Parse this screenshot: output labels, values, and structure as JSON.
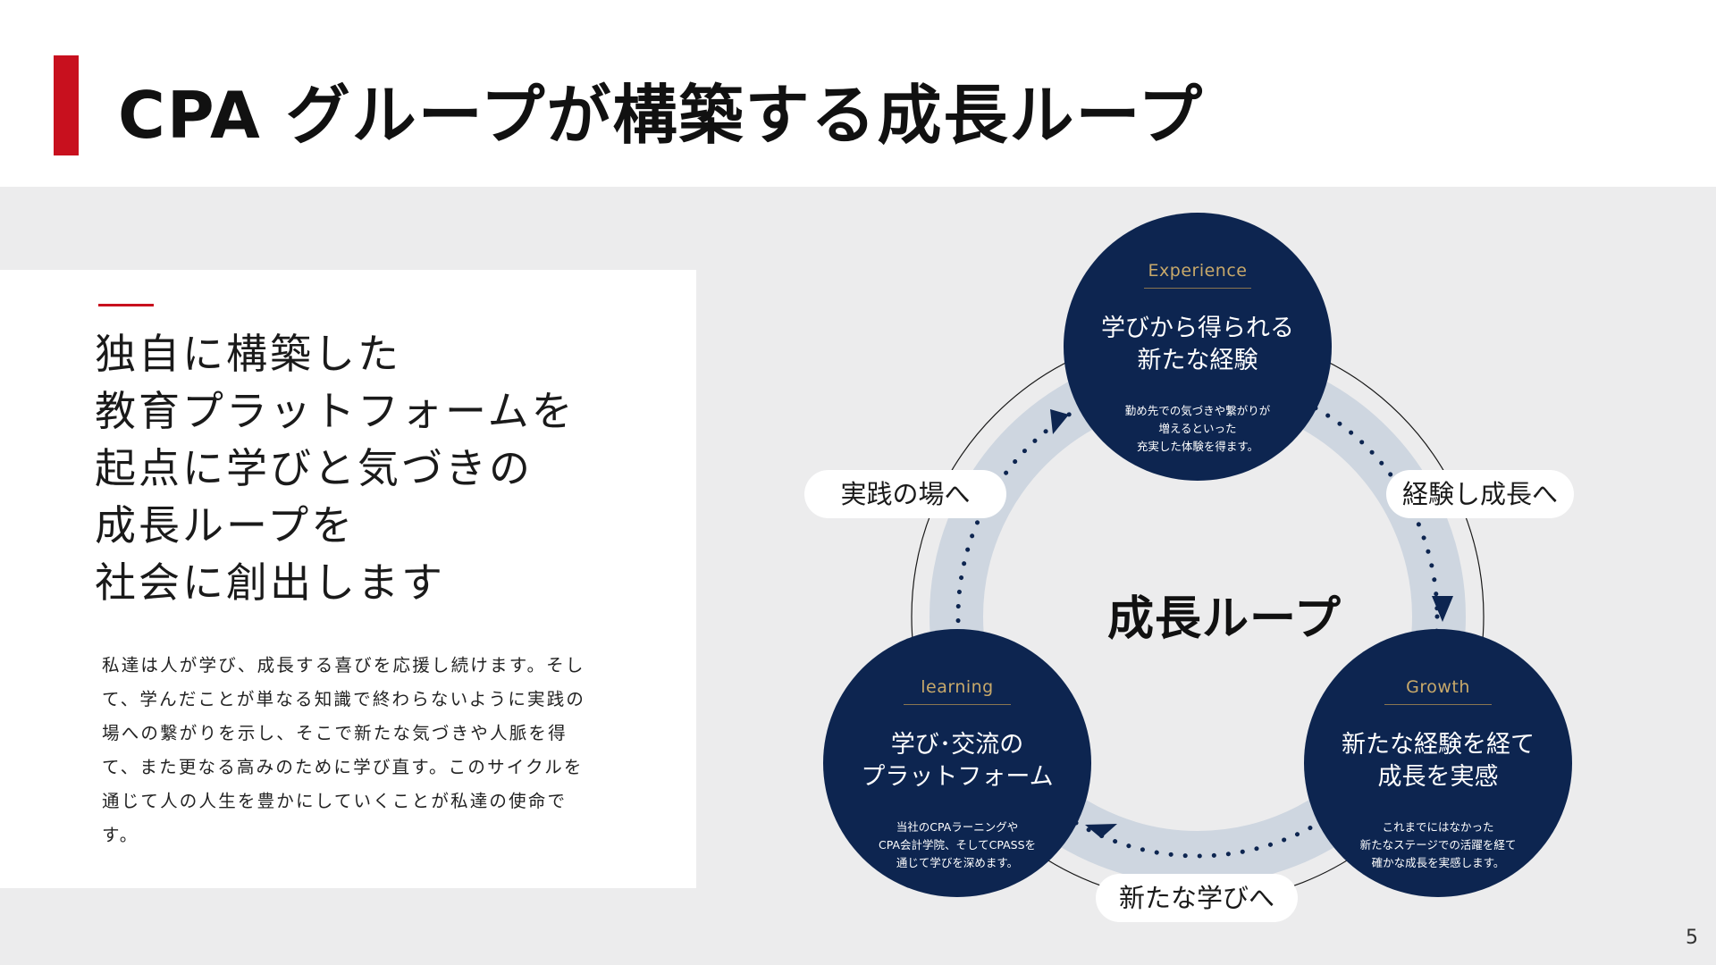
{
  "header": {
    "title": "CPA グループが構築する成長ループ"
  },
  "intro": {
    "lead_lines": [
      "独自に構築した",
      "教育プラットフォームを",
      "起点に学びと気づきの",
      "成長ループを",
      "社会に創出します"
    ],
    "body": "私達は人が学び、成長する喜びを応援し続けます。そして、学んだことが単なる知識で終わらないように実践の場への繋がりを示し、そこで新たな気づきや人脈を得て、また更なる高みのために学び直す。このサイクルを通じて人の人生を豊かにしていくことが私達の使命です。"
  },
  "loop": {
    "center_label": "成長ループ",
    "nodes": {
      "experience": {
        "eng": "Experience",
        "main_lines": [
          "学びから得られる",
          "新たな経験"
        ],
        "sub_lines": [
          "勤め先での気づきや繋がりが",
          "増えるといった",
          "充実した体験を得ます。"
        ]
      },
      "growth": {
        "eng": "Growth",
        "main_lines": [
          "新たな経験を経て",
          "成長を実感"
        ],
        "sub_lines": [
          "これまでにはなかった",
          "新たなステージでの活躍を経て",
          "確かな成長を実感します。"
        ]
      },
      "learning": {
        "eng": "learning",
        "main_lines": [
          "学び･交流の",
          "プラットフォーム"
        ],
        "sub_lines": [
          "当社のCPAラーニングや",
          "CPA会計学院、そしてCPASSを",
          "通じて学びを深めます。"
        ]
      }
    },
    "transitions": {
      "to_practice": "実践の場へ",
      "to_growth": "経験し成長へ",
      "to_learning": "新たな学びへ"
    }
  },
  "colors": {
    "accent": "#c8101e",
    "navy": "#0d2550",
    "gold": "#c8a96a",
    "ring": "#ced6e0",
    "band": "#ececed"
  },
  "page_number": "5"
}
